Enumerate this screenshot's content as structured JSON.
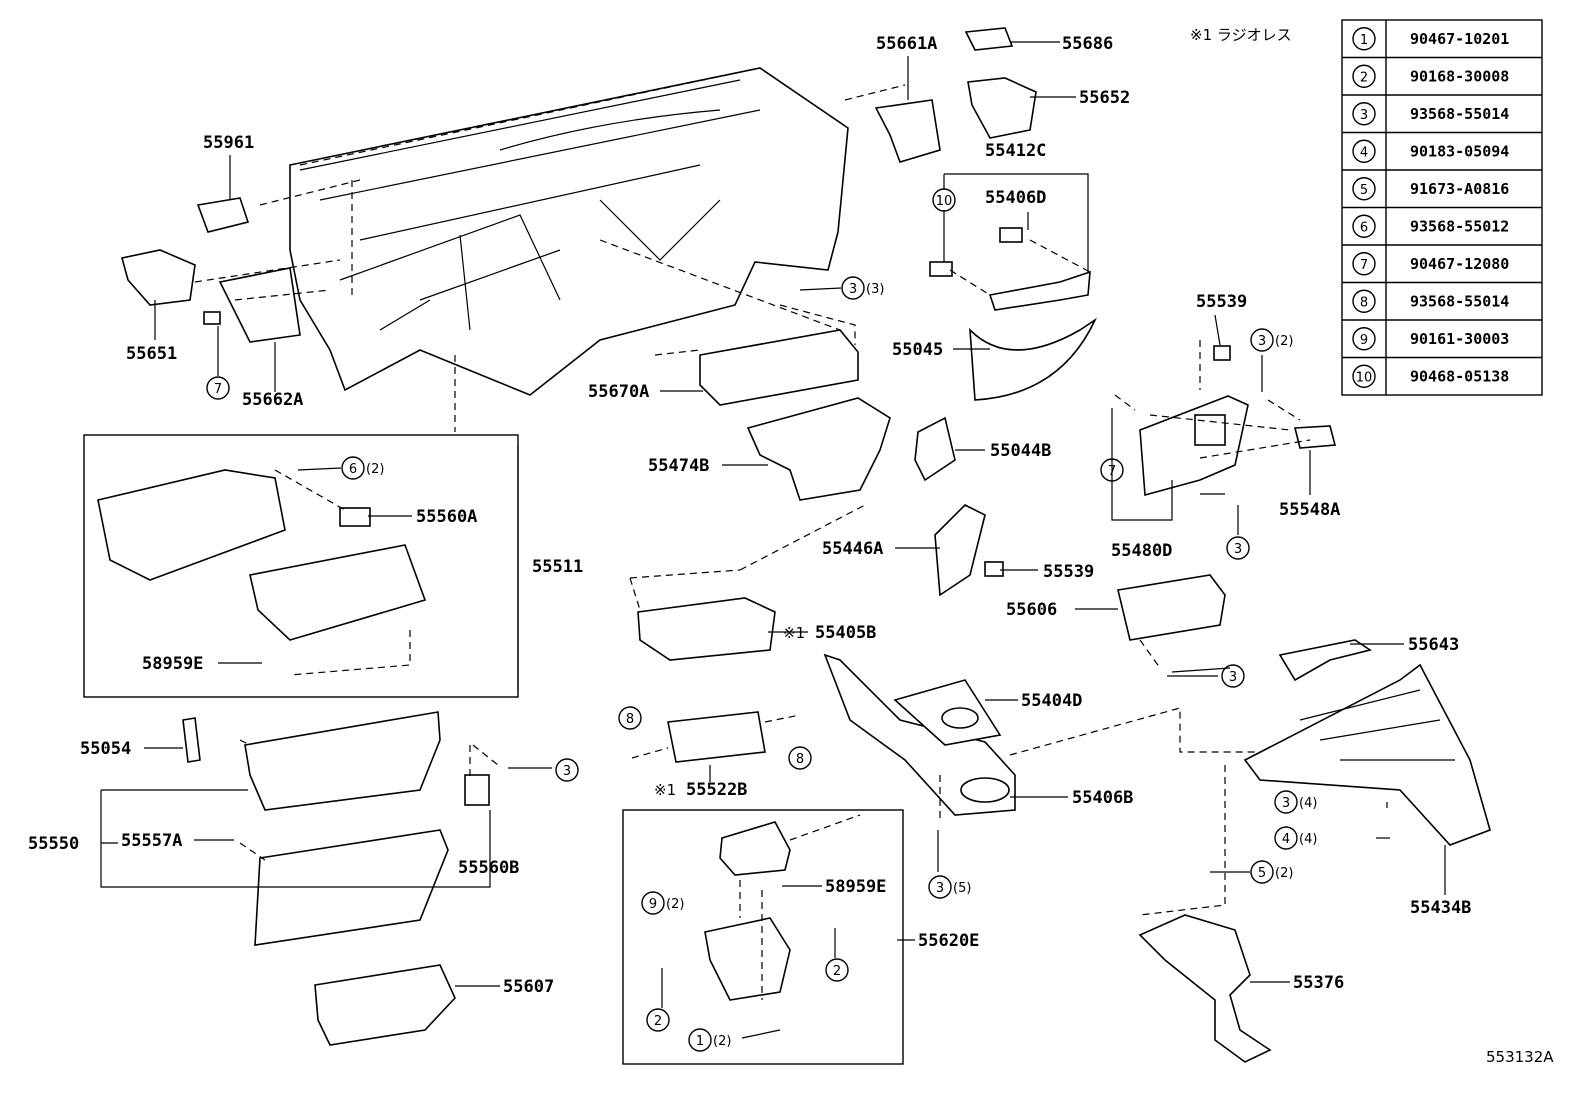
{
  "labels": {
    "l55661A": "55661A",
    "l55686": "55686",
    "l55652": "55652",
    "l55412C": "55412C",
    "l55406D": "55406D",
    "l55961": "55961",
    "l55651": "55651",
    "l55662A": "55662A",
    "l55670A": "55670A",
    "l55045": "55045",
    "l55539a": "55539",
    "l55548A": "55548A",
    "l55474B": "55474B",
    "l55044B": "55044B",
    "l55480D": "55480D",
    "l55560A": "55560A",
    "l55511": "55511",
    "l55446A": "55446A",
    "l55539b": "55539",
    "l58959Ea": "58959E",
    "l55405B": "55405B",
    "l55606": "55606",
    "l55643": "55643",
    "l55404D": "55404D",
    "l55054": "55054",
    "l55406B": "55406B",
    "l55522B": "55522B",
    "l55550": "55550",
    "l55557A": "55557A",
    "l55560B": "55560B",
    "l58959Eb": "58959E",
    "l55434B": "55434B",
    "l55620E": "55620E",
    "l55376": "55376",
    "l55607": "55607"
  },
  "callouts": {
    "c3a": "3",
    "c7a": "7",
    "c10a": "10",
    "c3b": "3",
    "c6a": "6",
    "c7b": "7",
    "c3c": "3",
    "c3d": "3",
    "c8a": "8",
    "c8b": "8",
    "c3e": "3",
    "c3f": "3",
    "c3g": "3",
    "c4a": "4",
    "c5a": "5",
    "c9a": "9",
    "c2a": "2",
    "c2b": "2",
    "c2c": "2",
    "c1a": "1"
  },
  "quantities": {
    "q3a": "(3)",
    "q3b": "(2)",
    "q6a": "(2)",
    "q3f": "(5)",
    "q3g": "(4)",
    "q4a": "(4)",
    "q5a": "(2)",
    "q9a": "(2)",
    "q1a": "(2)"
  },
  "notes": {
    "radioless": "※1  ラジオレス",
    "mark1": "※1",
    "mark2": "※1",
    "figure_code": "553132A"
  },
  "parts_table": [
    {
      "no": "1",
      "part": "90467-10201"
    },
    {
      "no": "2",
      "part": "90168-30008"
    },
    {
      "no": "3",
      "part": "93568-55014"
    },
    {
      "no": "4",
      "part": "90183-05094"
    },
    {
      "no": "5",
      "part": "91673-A0816"
    },
    {
      "no": "6",
      "part": "93568-55012"
    },
    {
      "no": "7",
      "part": "90467-12080"
    },
    {
      "no": "8",
      "part": "93568-55014"
    },
    {
      "no": "9",
      "part": "90161-30003"
    },
    {
      "no": "10",
      "part": "90468-05138"
    }
  ]
}
